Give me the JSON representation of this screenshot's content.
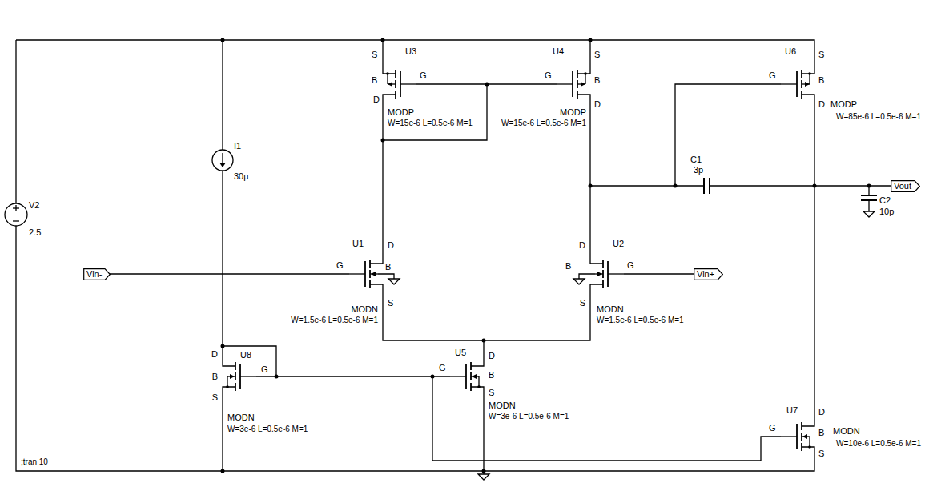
{
  "diagram": {
    "nodes": [
      {
        "text": [
          "Vin-"
        ]
      },
      {
        "text": [
          "Vin+"
        ]
      },
      {
        "text": [
          "Vout"
        ]
      }
    ],
    "labels": [
      "V2",
      "2.5",
      "I1",
      "30µ",
      "S",
      "B",
      "G",
      "D",
      "U3",
      "MODP",
      "W=15e-6 L=0.5e-6 M=1",
      "S",
      "G",
      "B",
      "D",
      "U4",
      "MODP",
      "W=15e-6 L=0.5e-6 M=1",
      "S",
      "G",
      "B",
      "D",
      "U6",
      "MODP",
      "W=85e-6 L=0.5e-6 M=1",
      "C1",
      "3p",
      "C2",
      "10p",
      "D",
      "G",
      "B",
      "S",
      "U1",
      "MODN",
      "W=1.5e-6 L=0.5e-6 M=1",
      "D",
      "G",
      "B",
      "S",
      "U2",
      "MODN",
      "W=1.5e-6 L=0.5e-6 M=1",
      "D",
      "U8",
      "B",
      "G",
      "S",
      "MODN",
      "W=3e-6 L=0.5e-6 M=1",
      "D",
      "G",
      "B",
      "S",
      "U5",
      "MODN",
      "W=3e-6 L=0.5e-6 M=1",
      "D",
      "G",
      "B",
      "S",
      "U7",
      "MODN",
      "W=10e-6 L=0.5e-6 M=1",
      ";tran 10"
    ]
  }
}
